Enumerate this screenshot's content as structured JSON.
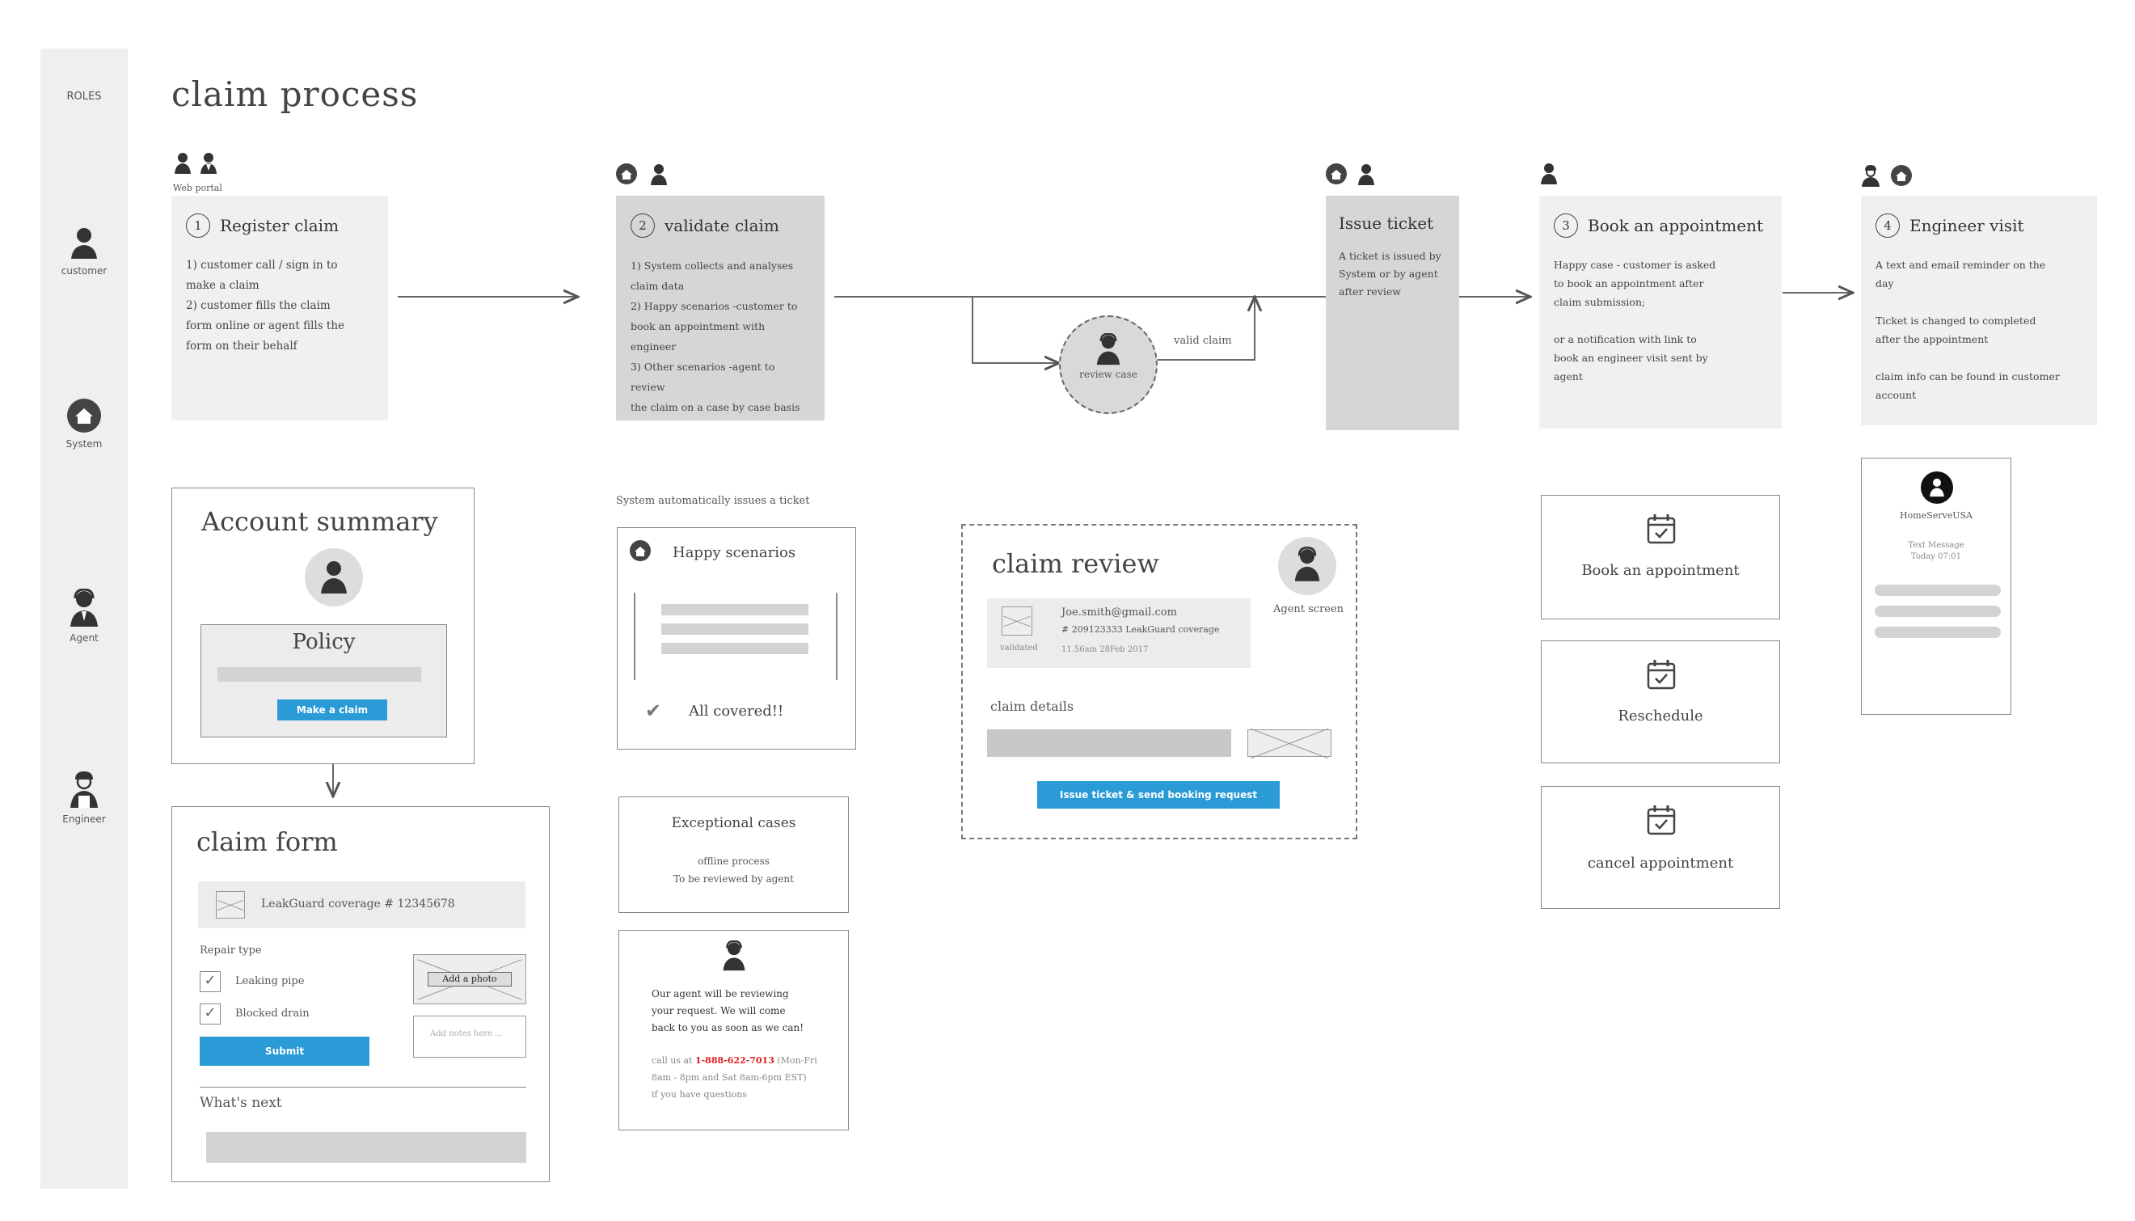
{
  "page_title": "claim process",
  "roles": {
    "header": "ROLES",
    "items": [
      "customer",
      "System",
      "Agent",
      "Engineer"
    ]
  },
  "steps": {
    "register": {
      "role_label": "Web portal",
      "number": "1",
      "title": "Register claim",
      "body": "1) customer call / sign in to\nmake a claim\n2) customer fills the claim\nform online or agent fills the\nform on their behalf"
    },
    "validate": {
      "number": "2",
      "title": "validate claim",
      "body": "1) System collects and analyses\nclaim data\n2) Happy scenarios -customer to\nbook an appointment with engineer\n3) Other scenarios -agent to review\nthe claim on a case by case basis"
    },
    "review": {
      "label": "review case",
      "valid_label": "valid claim"
    },
    "issue": {
      "title": "Issue ticket",
      "body": "A ticket is issued by\nSystem or by agent\nafter review"
    },
    "book": {
      "number": "3",
      "title": "Book an appointment",
      "body": "Happy case - customer is asked\nto book an appointment after\nclaim submission;\n\nor a notification with link to\nbook an engineer visit sent by\nagent"
    },
    "visit": {
      "number": "4",
      "title": "Engineer visit",
      "body": "A text and email reminder on the\nday\n\nTicket is changed to completed\nafter the appointment\n\nclaim info can be found in customer\naccount"
    }
  },
  "account_summary": {
    "title": "Account summary",
    "policy_label": "Policy",
    "button": "Make a claim"
  },
  "claim_form": {
    "title": "claim form",
    "coverage": "LeakGuard coverage # 12345678",
    "repair_type": "Repair type",
    "options": [
      "Leaking pipe",
      "Blocked drain"
    ],
    "add_photo": "Add a photo",
    "notes_placeholder": "Add notes here ...",
    "submit": "Submit",
    "whats_next": "What's next"
  },
  "system_note": "System automatically issues a ticket",
  "happy": {
    "title": "Happy scenarios",
    "covered": "All covered!!"
  },
  "exceptional": {
    "title": "Exceptional cases",
    "line1": "offline process",
    "line2": "To be reviewed by agent"
  },
  "agent_msg": {
    "message": "Our agent will be reviewing\nyour request. We will come\nback to you as soon as we can!",
    "call_prefix": "call us at ",
    "phone": "1-888-622-7013",
    "call_suffix": " (Mon-Fri\n8am - 8pm and Sat 8am-6pm EST)\nif you have questions"
  },
  "claim_review": {
    "title": "claim review",
    "agent_label": "Agent screen",
    "email": "Joe.smith@gmail.com",
    "coverage": "# 209123333 LeakGuard coverage",
    "validated": "validated",
    "timestamp": "11.56am 28Feb 2017",
    "details": "claim details",
    "button": "Issue ticket & send booking request"
  },
  "appointments": {
    "book": "Book an appointment",
    "reschedule": "Reschedule",
    "cancel": "cancel appointment"
  },
  "sms": {
    "sender": "HomeServeUSA",
    "line1": "Text Message",
    "line2": "Today 07:01"
  },
  "colors": {
    "accent": "#2a9bd7",
    "phone": "#e02020",
    "step_bg": "#f0f0f0",
    "step_dark": "#d6d6d6"
  }
}
